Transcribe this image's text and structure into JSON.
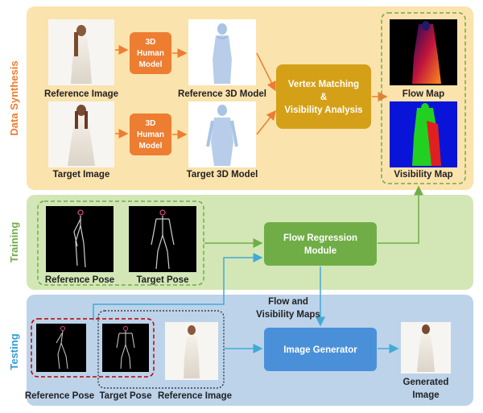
{
  "sections": {
    "synthesis": "Data Synthesis",
    "training": "Training",
    "testing": "Testing"
  },
  "synthesis": {
    "reference_image_label": "Reference Image",
    "target_image_label": "Target Image",
    "human_model_box_top": [
      "3D",
      "Human",
      "Model"
    ],
    "human_model_box_bottom": [
      "3D",
      "Human",
      "Model"
    ],
    "reference_3d_label": "Reference 3D Model",
    "target_3d_label": "Target 3D Model",
    "vertex_box": [
      "Vertex Matching",
      "&",
      "Visibility Analysis"
    ],
    "flow_map_label": "Flow Map",
    "visibility_map_label": "Visibility Map"
  },
  "training": {
    "reference_pose_label": "Reference Pose",
    "target_pose_label": "Target Pose",
    "flow_box": [
      "Flow Regression",
      "Module"
    ]
  },
  "testing": {
    "flow_vis_label": [
      "Flow and",
      "Visibility Maps"
    ],
    "generator_label": "Image Generator",
    "reference_pose_label": "Reference Pose",
    "target_pose_label": "Target Pose",
    "reference_image_label": "Reference Image",
    "generated_label": [
      "Generated",
      "Image"
    ]
  },
  "colors": {
    "synthesis_bg": "#fbe3ad",
    "training_bg": "#d3e7b6",
    "testing_bg": "#bcd3ea",
    "orange_box": "#ed7d31",
    "gold_box": "#d4a017",
    "green_box": "#70ad47",
    "blue_box": "#4a90d9",
    "orange_text": "#ed7d31",
    "green_text": "#70ad47",
    "blue_text": "#2f9bd6",
    "flow_arrow": "#43a9d6",
    "green_arrow": "#70ad47",
    "orange_arrow": "#ed7d31"
  }
}
